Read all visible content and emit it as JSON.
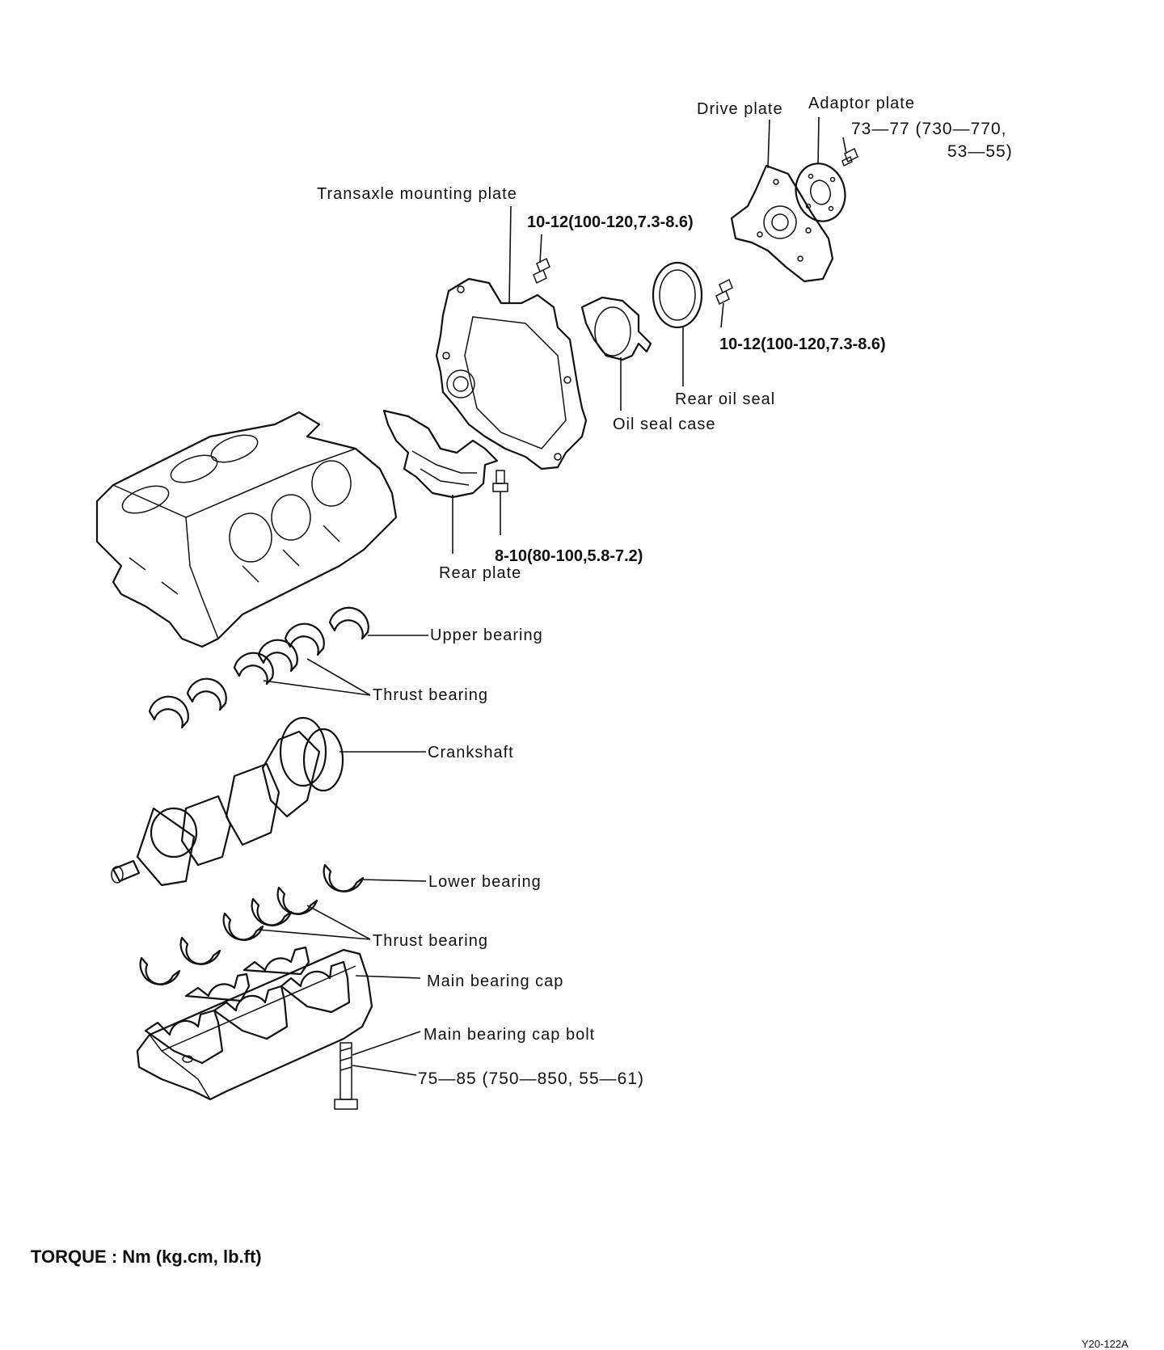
{
  "labels": {
    "drive_plate": "Drive plate",
    "adaptor_plate": "Adaptor plate",
    "adaptor_torque_line1": "73—77 (730—770,",
    "adaptor_torque_line2": "53—55)",
    "transaxle_mounting_plate": "Transaxle mounting plate",
    "transaxle_torque": "10-12(100-120,7.3-8.6)",
    "seal_torque": "10-12(100-120,7.3-8.6)",
    "rear_oil_seal": "Rear oil seal",
    "oil_seal_case": "Oil seal case",
    "rear_plate_torque": "8-10(80-100,5.8-7.2)",
    "rear_plate": "Rear plate",
    "upper_bearing": "Upper bearing",
    "thrust_bearing_upper": "Thrust bearing",
    "crankshaft": "Crankshaft",
    "lower_bearing": "Lower bearing",
    "thrust_bearing_lower": "Thrust bearing",
    "main_bearing_cap": "Main bearing cap",
    "main_bearing_cap_bolt": "Main bearing cap bolt",
    "cap_bolt_torque": "75—85 (750—850, 55—61)"
  },
  "footer": {
    "torque_note": "TORQUE : Nm (kg.cm, lb.ft)",
    "figure_code": "Y20-122A"
  }
}
